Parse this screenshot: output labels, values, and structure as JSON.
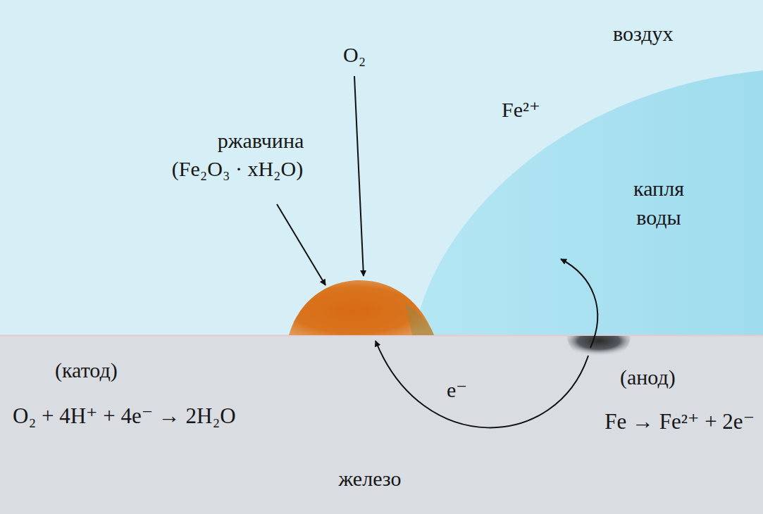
{
  "diagram": {
    "labels": [
      "воздух",
      "O₂",
      "ржавчина",
      "(Fe₂O₃ · xH₂O)",
      "капля воды",
      "Fe²⁺",
      "(катод)",
      "O₂ + 4H⁺ + 4e⁻ → 2H₂O",
      "e⁻",
      "(анод)",
      "Fe → Fe²⁺ + 2e⁻",
      "железо"
    ]
  }
}
